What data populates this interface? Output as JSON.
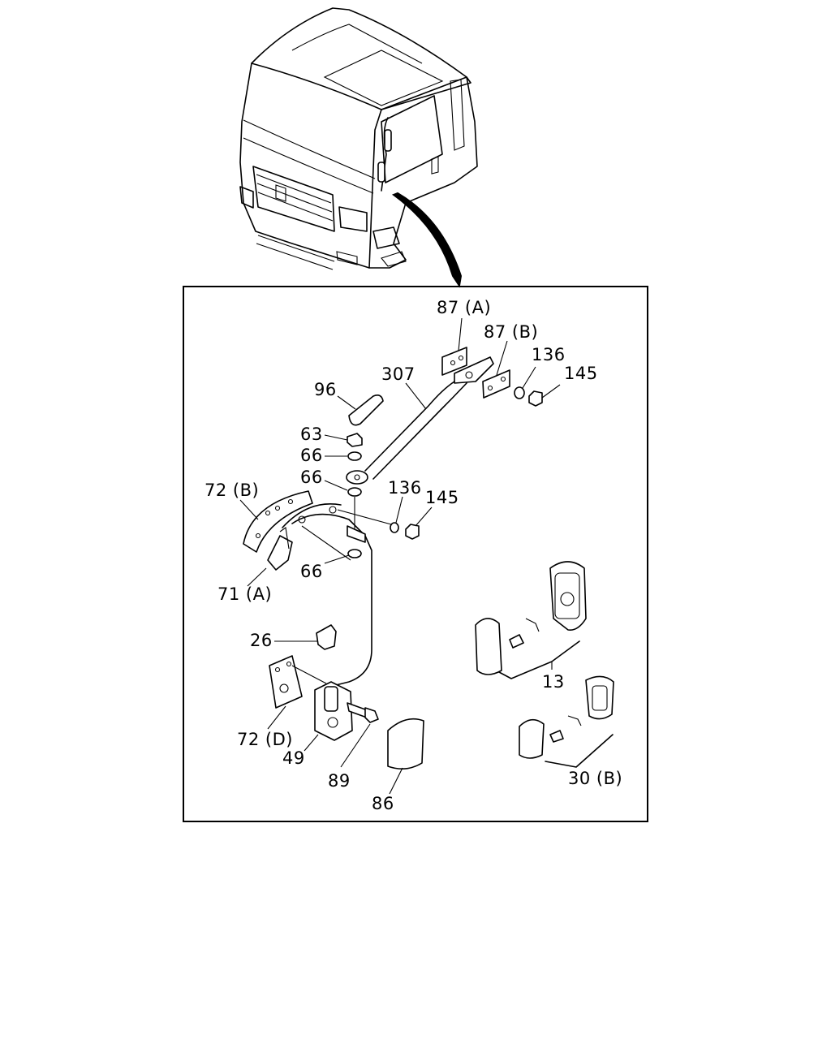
{
  "callouts": {
    "p87a": "87 (A)",
    "p87b": "87 (B)",
    "p136_top": "136",
    "p145_top": "145",
    "p307": "307",
    "p96": "96",
    "p63": "63",
    "p66_a": "66",
    "p66_b": "66",
    "p72b": "72 (B)",
    "p136_mid": "136",
    "p145_mid": "145",
    "p71a": "71 (A)",
    "p66_c": "66",
    "p26": "26",
    "p13": "13",
    "p72d": "72 (D)",
    "p49": "49",
    "p89": "89",
    "p86": "86",
    "p30b": "30 (B)"
  }
}
